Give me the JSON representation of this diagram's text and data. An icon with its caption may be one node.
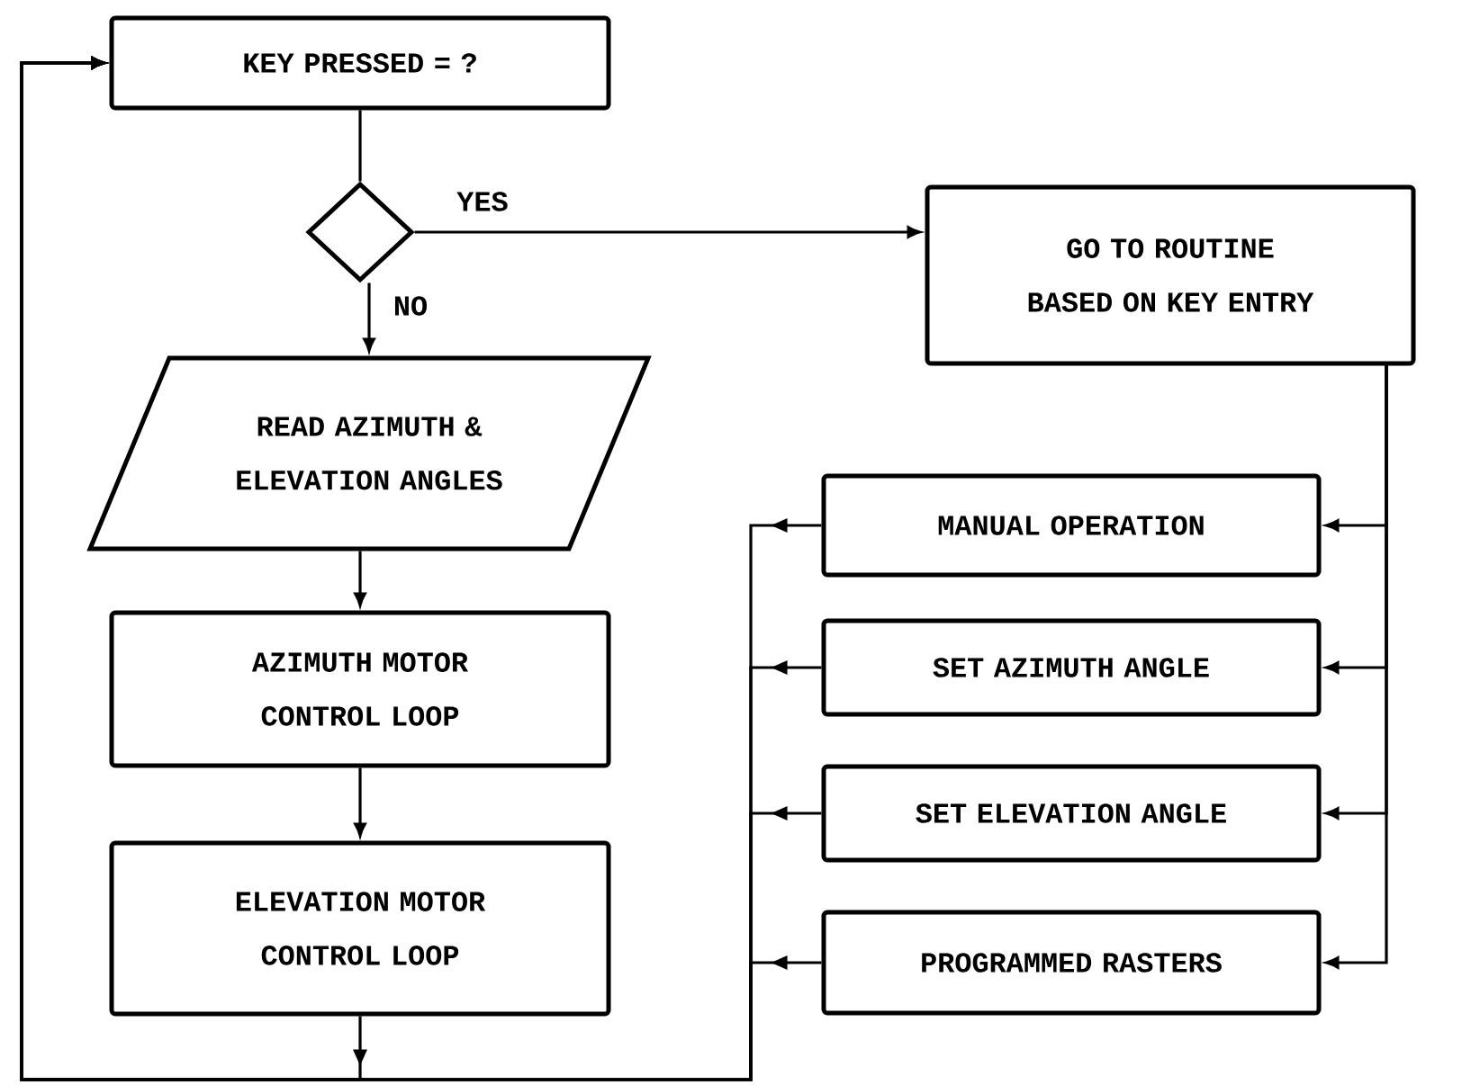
{
  "diagram": {
    "nodes": [
      {
        "text": [
          "KEY PRESSED = ?"
        ]
      },
      {
        "text": [],
        "shape": "diamond"
      },
      {
        "text": [
          "GO TO ROUTINE BASED ON KEY ENTRY"
        ]
      },
      {
        "text": [
          "READ AZIMUTH & ELEVATION ANGLES"
        ]
      },
      {
        "text": [
          "AZIMUTH MOTOR CONTROL LOOP"
        ]
      },
      {
        "text": [
          "ELEVATION MOTOR CONTROL LOOP"
        ]
      },
      {
        "text": [
          "MANUAL OPERATION"
        ]
      },
      {
        "text": [
          "SET AZIMUTH ANGLE"
        ]
      },
      {
        "text": [
          "SET ELEVATION ANGLE"
        ]
      },
      {
        "text": [
          "PROGRAMMED RASTERS"
        ]
      }
    ],
    "edges": [
      {
        "from": 0,
        "to": 1,
        "arrow": "none"
      },
      {
        "from": 1,
        "to": 2,
        "arrow": "to",
        "label": "YES"
      },
      {
        "from": 1,
        "to": 3,
        "arrow": "to",
        "label": "NO"
      },
      {
        "from": 3,
        "to": 4,
        "arrow": "to"
      },
      {
        "from": 4,
        "to": 5,
        "arrow": "to"
      },
      {
        "from": 5,
        "to": 0,
        "arrow": "to"
      },
      {
        "from": 2,
        "to": 6,
        "arrow": "to"
      },
      {
        "from": 2,
        "to": 7,
        "arrow": "to"
      },
      {
        "from": 2,
        "to": 8,
        "arrow": "to"
      },
      {
        "from": 2,
        "to": 9,
        "arrow": "to"
      },
      {
        "from": 6,
        "to": 0,
        "arrow": "to"
      },
      {
        "from": 7,
        "to": 0,
        "arrow": "to"
      },
      {
        "from": 8,
        "to": 0,
        "arrow": "to"
      },
      {
        "from": 9,
        "to": 0,
        "arrow": "to"
      }
    ]
  }
}
